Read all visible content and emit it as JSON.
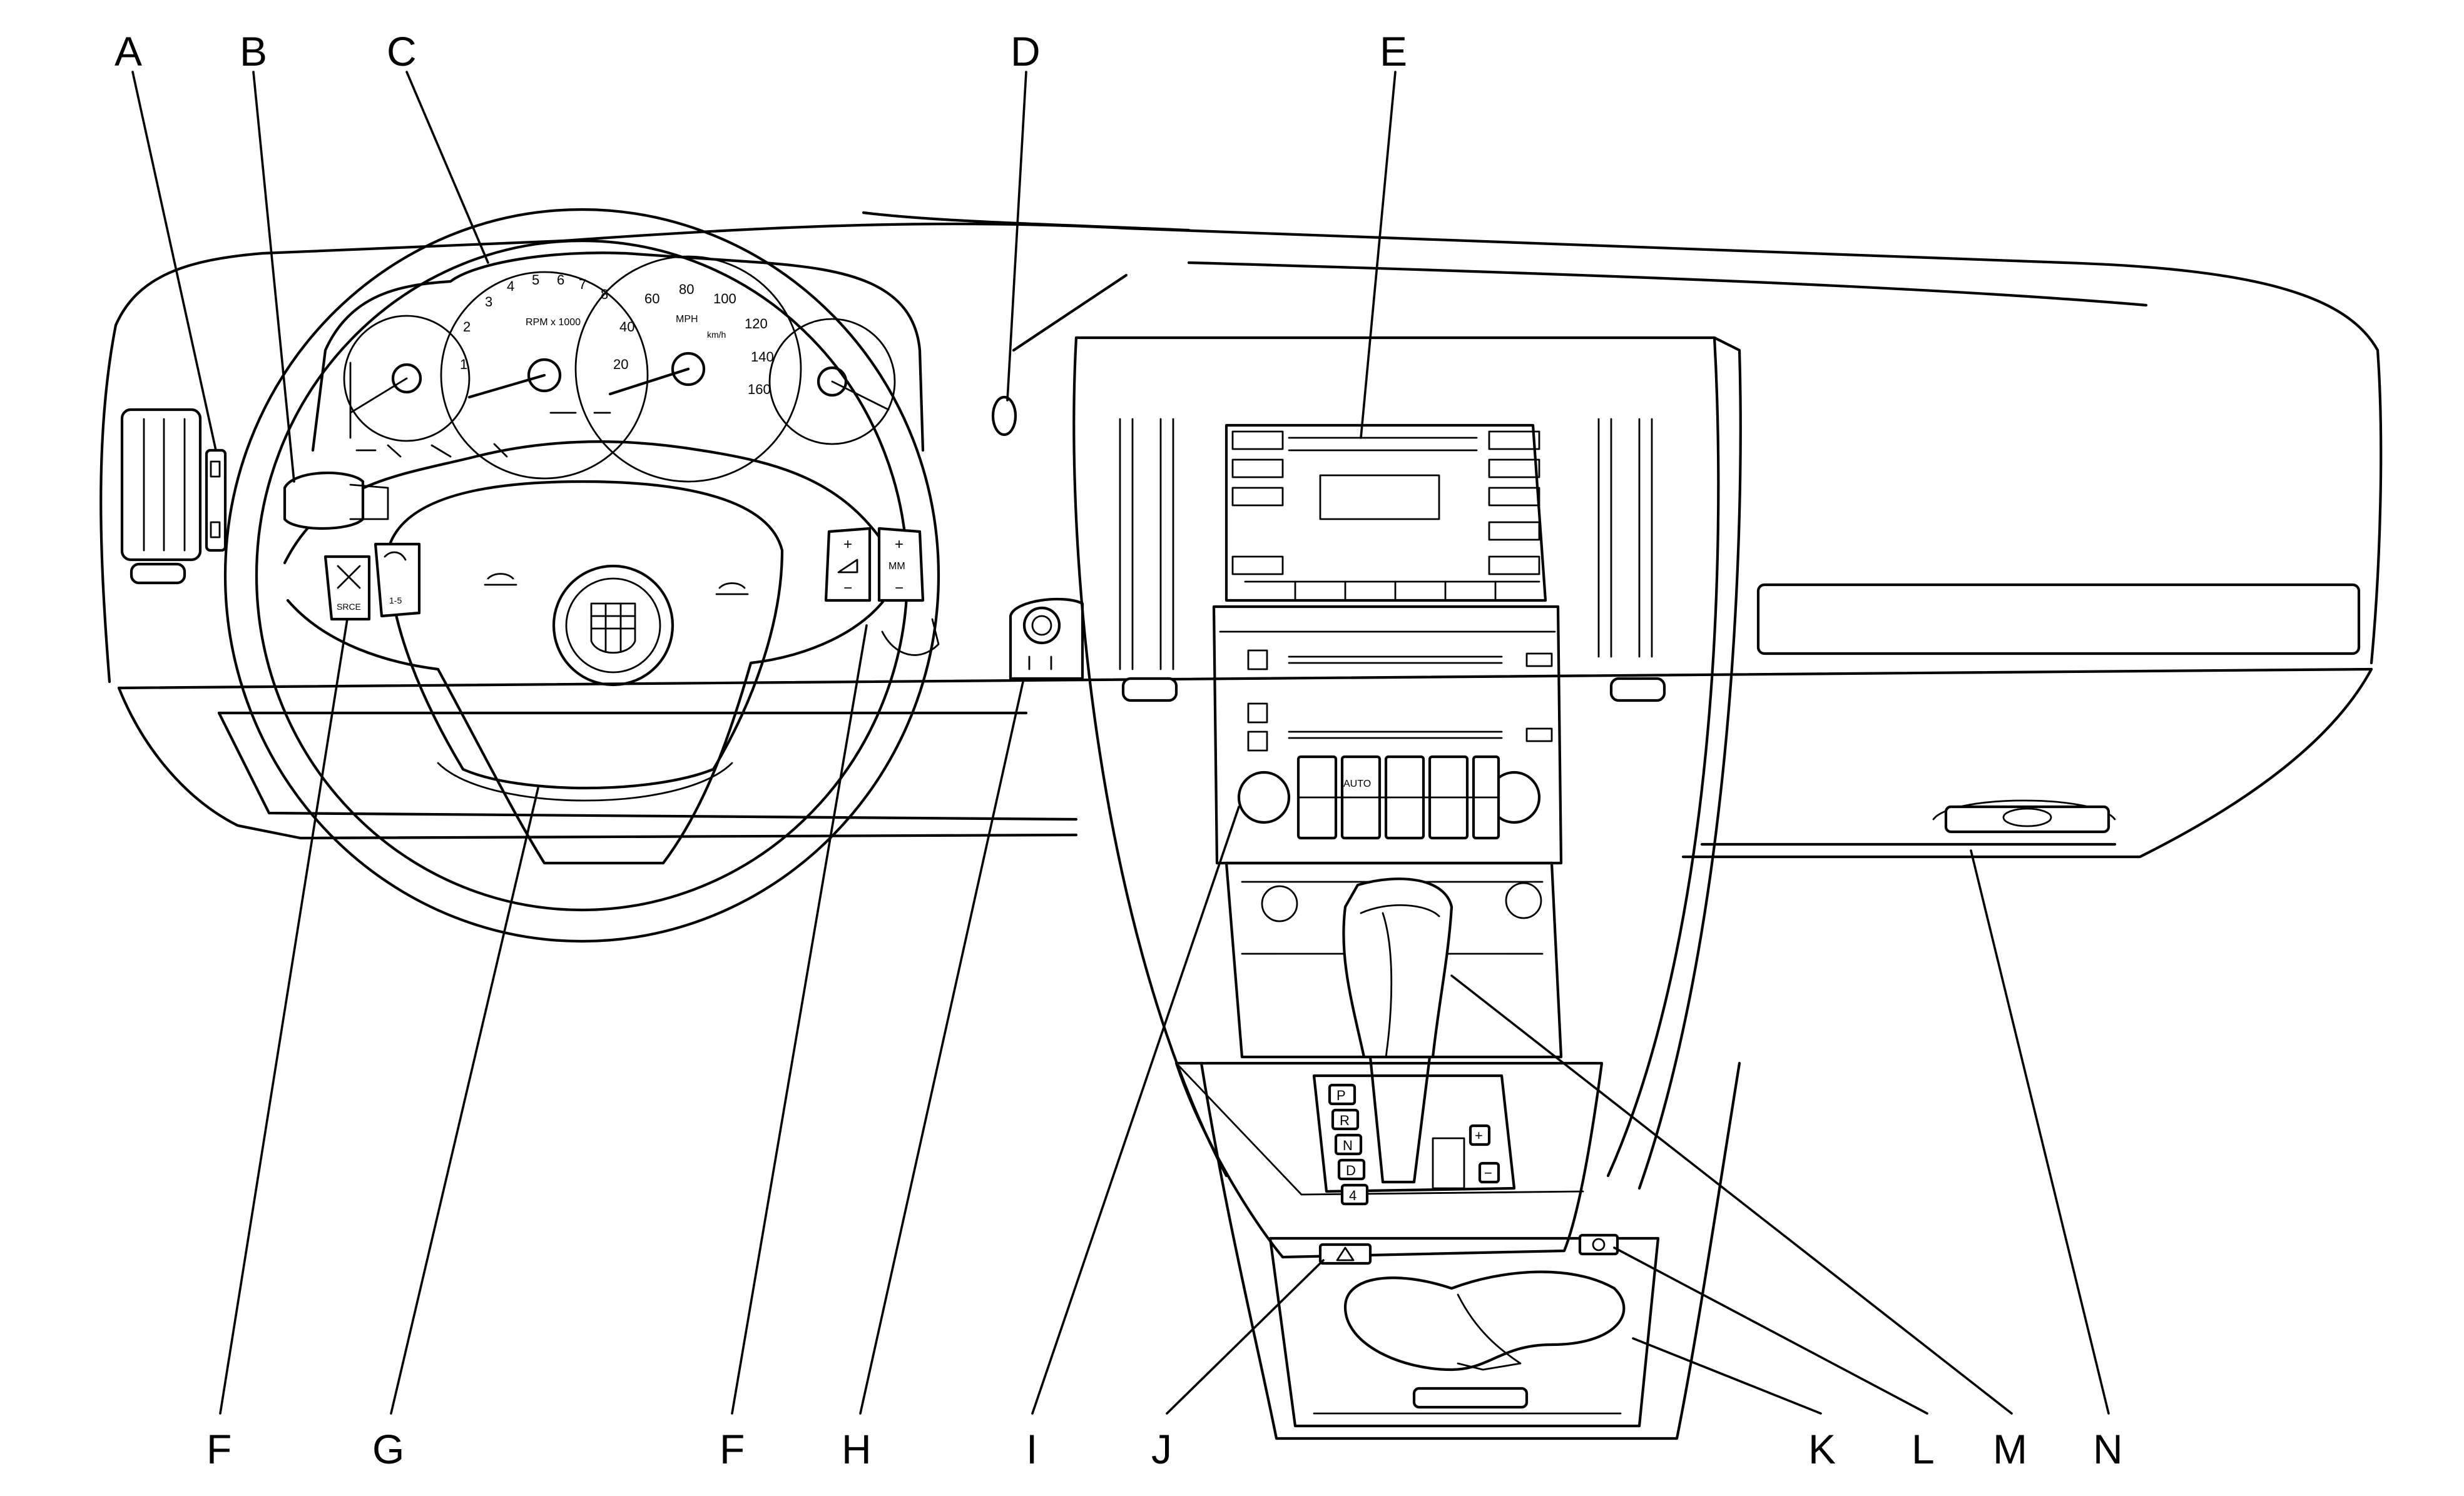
{
  "callouts": [
    {
      "label": "A"
    },
    {
      "label": "B"
    },
    {
      "label": "C"
    },
    {
      "label": "D"
    },
    {
      "label": "E"
    },
    {
      "label": "F"
    },
    {
      "label": "G"
    },
    {
      "label": "F"
    },
    {
      "label": "H"
    },
    {
      "label": "I"
    },
    {
      "label": "J"
    },
    {
      "label": "K"
    },
    {
      "label": "L"
    },
    {
      "label": "M"
    },
    {
      "label": "N"
    }
  ],
  "gauges": {
    "speed_ticks": [
      "20",
      "40",
      "60",
      "80",
      "100",
      "120",
      "140",
      "160"
    ],
    "speed_unit": "MPH",
    "speed_unit_alt": "km/h",
    "tach_ticks": [
      "1",
      "2",
      "3",
      "4",
      "5",
      "6",
      "7",
      "8"
    ],
    "tach_unit": "RPM x 1000"
  },
  "radio": {
    "auto_label": "AUTO"
  },
  "shifter": {
    "positions": [
      "P",
      "R",
      "N",
      "D",
      "4"
    ],
    "plus": "+",
    "minus": "−"
  },
  "steering_controls": {
    "left_upper_label": "1-5",
    "left_lower_label": "SRCE",
    "right_label": "MM"
  },
  "colors": {
    "line": "#000000",
    "background": "#ffffff"
  }
}
